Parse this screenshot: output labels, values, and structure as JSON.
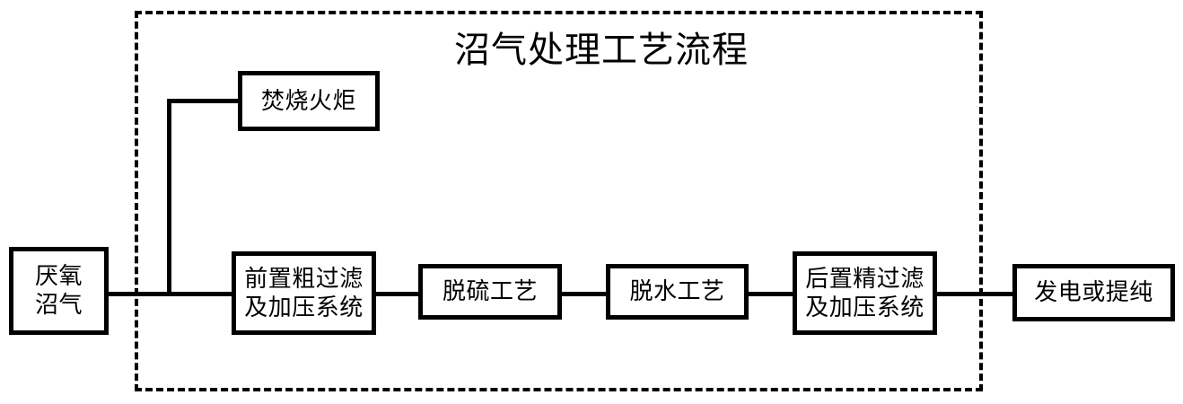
{
  "diagram": {
    "title": "沼气处理工艺流程",
    "boundary_label": "biogas-treatment-boundary",
    "colors": {
      "line": "#000000",
      "background": "#ffffff",
      "boundary": "#000000"
    },
    "nodes": [
      {
        "id": "anaerobic-biogas",
        "label": "厌氧\n沼气"
      },
      {
        "id": "flare",
        "label": "焚烧火炬"
      },
      {
        "id": "pre-filter",
        "label": "前置粗过滤\n及加压系统"
      },
      {
        "id": "desulfurization",
        "label": "脱硫工艺"
      },
      {
        "id": "dehydration",
        "label": "脱水工艺"
      },
      {
        "id": "post-filter",
        "label": "后置精过滤\n及加压系统"
      },
      {
        "id": "output",
        "label": "发电或提纯"
      }
    ],
    "connections": [
      {
        "id": "source-to-prefilter",
        "from": "anaerobic-biogas",
        "to": "pre-filter"
      },
      {
        "id": "flare-branch",
        "from": "anaerobic-biogas",
        "to": "flare"
      },
      {
        "id": "prefilter-to-desulf",
        "from": "pre-filter",
        "to": "desulfurization"
      },
      {
        "id": "desulf-to-dehydr",
        "from": "desulfurization",
        "to": "dehydration"
      },
      {
        "id": "dehydr-to-postfilt",
        "from": "dehydration",
        "to": "post-filter"
      },
      {
        "id": "postfilt-to-output",
        "from": "post-filter",
        "to": "output"
      }
    ]
  }
}
